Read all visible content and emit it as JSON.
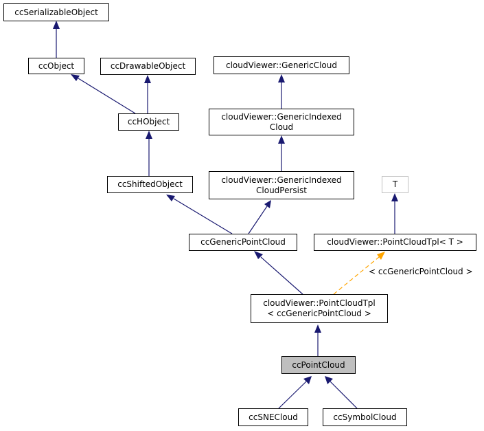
{
  "colors": {
    "inheritance_edge": "#191970",
    "template_edge": "#ffa500",
    "current_node_fill": "#bfbfbf",
    "template_param_border": "#bfbfbf"
  },
  "nodes": {
    "ccSerializableObject": {
      "lines": [
        "ccSerializableObject"
      ]
    },
    "ccObject": {
      "lines": [
        "ccObject"
      ]
    },
    "ccDrawableObject": {
      "lines": [
        "ccDrawableObject"
      ]
    },
    "ccHObject": {
      "lines": [
        "ccHObject"
      ]
    },
    "ccShiftedObject": {
      "lines": [
        "ccShiftedObject"
      ]
    },
    "GenericCloud": {
      "lines": [
        "cloudViewer::GenericCloud"
      ]
    },
    "GenericIndexedCloud": {
      "lines": [
        "cloudViewer::GenericIndexed",
        "Cloud"
      ]
    },
    "GenericIndexedCloudPersist": {
      "lines": [
        "cloudViewer::GenericIndexed",
        "CloudPersist"
      ]
    },
    "T": {
      "lines": [
        "T"
      ]
    },
    "PointCloudTplT": {
      "lines": [
        "cloudViewer::PointCloudTpl< T >"
      ]
    },
    "ccGenericPointCloud": {
      "lines": [
        "ccGenericPointCloud"
      ]
    },
    "PointCloudTplGeneric": {
      "lines": [
        "cloudViewer::PointCloudTpl",
        "< ccGenericPointCloud >"
      ]
    },
    "ccPointCloud": {
      "lines": [
        "ccPointCloud"
      ]
    },
    "ccSNECloud": {
      "lines": [
        "ccSNECloud"
      ]
    },
    "ccSymbolCloud": {
      "lines": [
        "ccSymbolCloud"
      ]
    }
  },
  "edge_labels": {
    "template_arg": "< ccGenericPointCloud >"
  }
}
